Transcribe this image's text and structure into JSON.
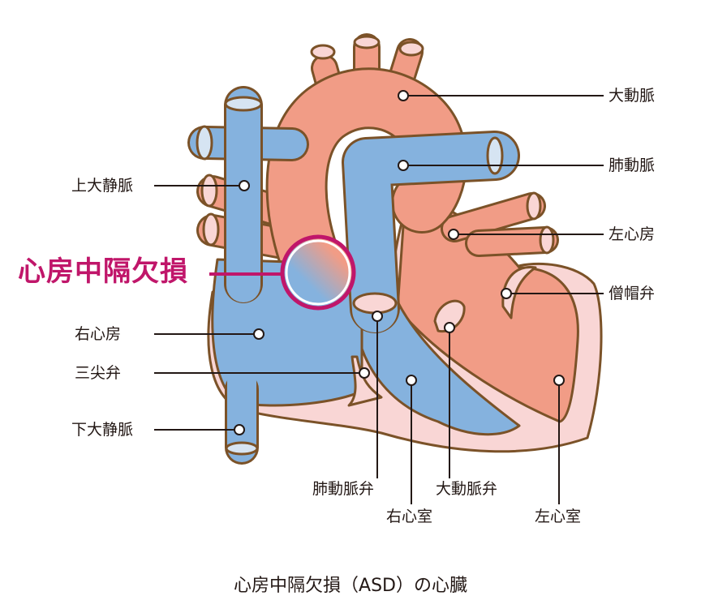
{
  "title": "心房中隔欠損（ASD）の心臓",
  "highlight_label": "心房中隔欠損",
  "labels": {
    "aorta": "大動脈",
    "pulmonary_artery": "肺動脈",
    "left_atrium": "左心房",
    "mitral_valve": "僧帽弁",
    "svc": "上大静脈",
    "right_atrium": "右心房",
    "tricuspid_valve": "三尖弁",
    "ivc": "下大静脈",
    "pulmonary_valve": "肺動脈弁",
    "right_ventricle": "右心室",
    "aortic_valve": "大動脈弁",
    "left_ventricle": "左心室"
  },
  "colors": {
    "venous": "#85b2de",
    "arterial": "#f19c86",
    "wall": "#f9d6d5",
    "outline": "#7b5228",
    "highlight": "#c0166a"
  }
}
